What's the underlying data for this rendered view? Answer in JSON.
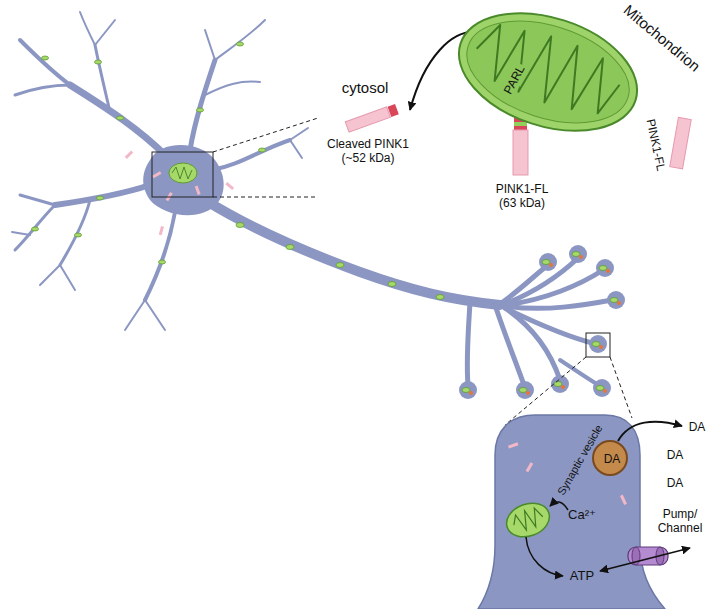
{
  "diagram": {
    "nodes": [
      {
        "text": [
          "Mitochondrion",
          "PARL"
        ]
      },
      {
        "text": [
          "Synaptic vesicle",
          "DA"
        ]
      }
    ],
    "labels": [
      "cytosol",
      "Cleaved PINK1 (~52 kDa)",
      "PINK1-FL (63 kDa)",
      "PINK1-FL",
      "DA",
      "DA",
      "DA",
      "Ca²⁺",
      "ATP",
      "Pump/ Channel"
    ]
  }
}
